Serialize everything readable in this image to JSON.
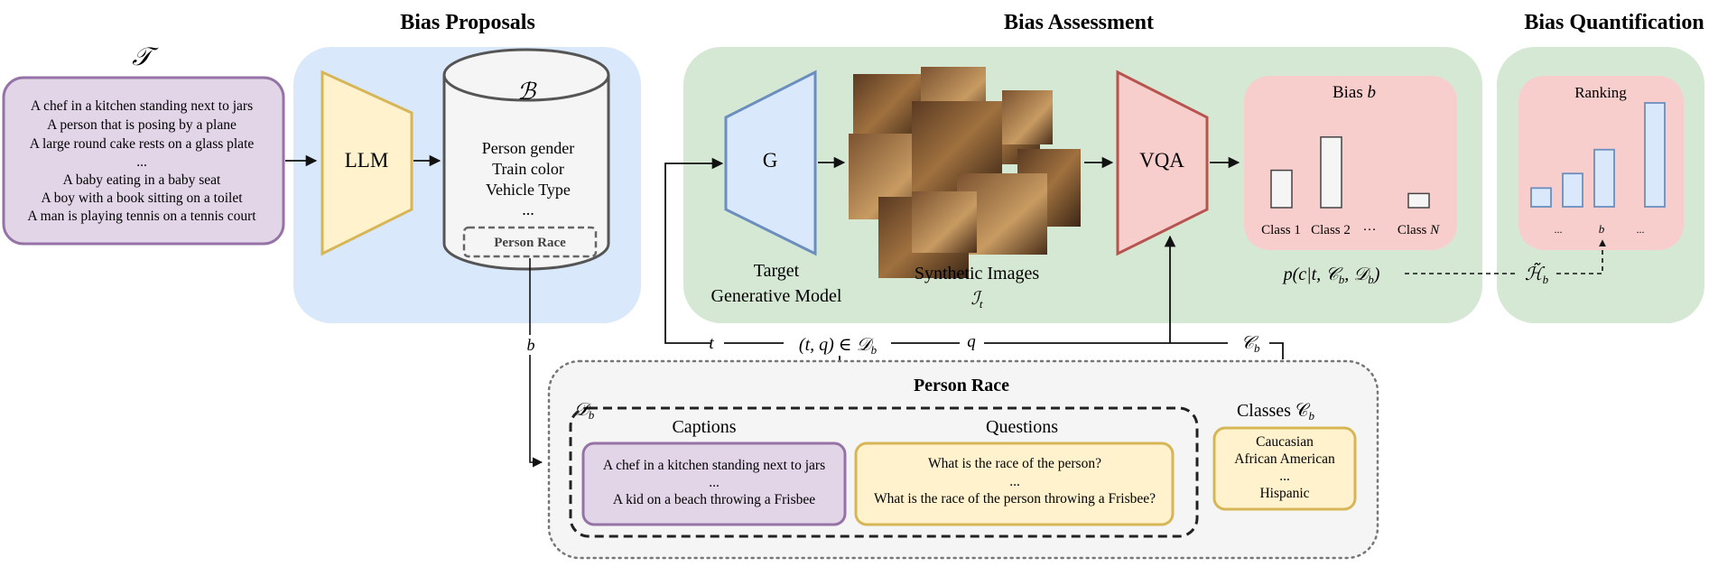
{
  "sections": {
    "proposals": "Bias Proposals",
    "assessment": "Bias Assessment",
    "quantification": "Bias Quantification"
  },
  "captions_set": {
    "symbol": "𝒯",
    "lines": [
      "A chef in a kitchen standing next to jars",
      "A person that is posing by a plane",
      "A large round cake rests on a glass plate",
      "...",
      "A baby eating in a baby seat",
      "A boy with a book sitting on a toilet",
      "A man is playing tennis on a tennis court"
    ]
  },
  "llm": {
    "label": "LLM"
  },
  "bias_db": {
    "symbol": "ℬ",
    "items": [
      "Person gender",
      "Train color",
      "Vehicle Type",
      "..."
    ],
    "highlight": "Person Race"
  },
  "generator": {
    "label": "G",
    "caption_line1": "Target",
    "caption_line2": "Generative Model"
  },
  "synthetic": {
    "caption": "Synthetic Images",
    "symbol": "ℐ",
    "sub": "t"
  },
  "vqa": {
    "label": "VQA"
  },
  "bias_panel": {
    "title_prefix": "Bias ",
    "title_var": "b",
    "classes": [
      "Class 1",
      "Class 2",
      "···",
      "Class N"
    ],
    "values": [
      0.45,
      0.85,
      0.17
    ],
    "formula": "p(c|t, C_b, D_b)"
  },
  "ranking": {
    "title": "Ranking",
    "values": [
      0.18,
      0.32,
      0.55,
      1.0
    ],
    "labels": [
      "...",
      "b",
      "..."
    ],
    "formula": "ℋ̃_b"
  },
  "flow_labels": {
    "b": "b",
    "t": "t",
    "tq": "(t, q) ∈ 𝒟",
    "tq_sub": "b",
    "q": "q",
    "cb": "𝒞",
    "cb_sub": "b"
  },
  "person_race": {
    "title": "Person Race",
    "dataset_symbol": "𝒟",
    "dataset_sub": "b",
    "captions_header": "Captions",
    "questions_header": "Questions",
    "classes_header": "Classes 𝒞",
    "classes_sub": "b",
    "captions": [
      "A chef in a kitchen standing next to jars",
      "...",
      "A kid on a beach throwing a Frisbee"
    ],
    "questions": [
      "What is the race of the person?",
      "...",
      "What is the race of the person throwing a Frisbee?"
    ],
    "classes": [
      "Caucasian",
      "African American",
      "...",
      "Hispanic"
    ]
  },
  "colors": {
    "blue_panel": "#dae8fc",
    "green_panel": "#d5e8d4",
    "red_panel": "#f8cecc",
    "purple_fill": "#e1d5e7",
    "purple_stroke": "#9673a6",
    "yellow_fill": "#fff2cc",
    "yellow_stroke": "#d6b656",
    "blue_stroke": "#6c8ebf",
    "red_stroke": "#b85450",
    "gray_fill": "#f5f5f5"
  }
}
